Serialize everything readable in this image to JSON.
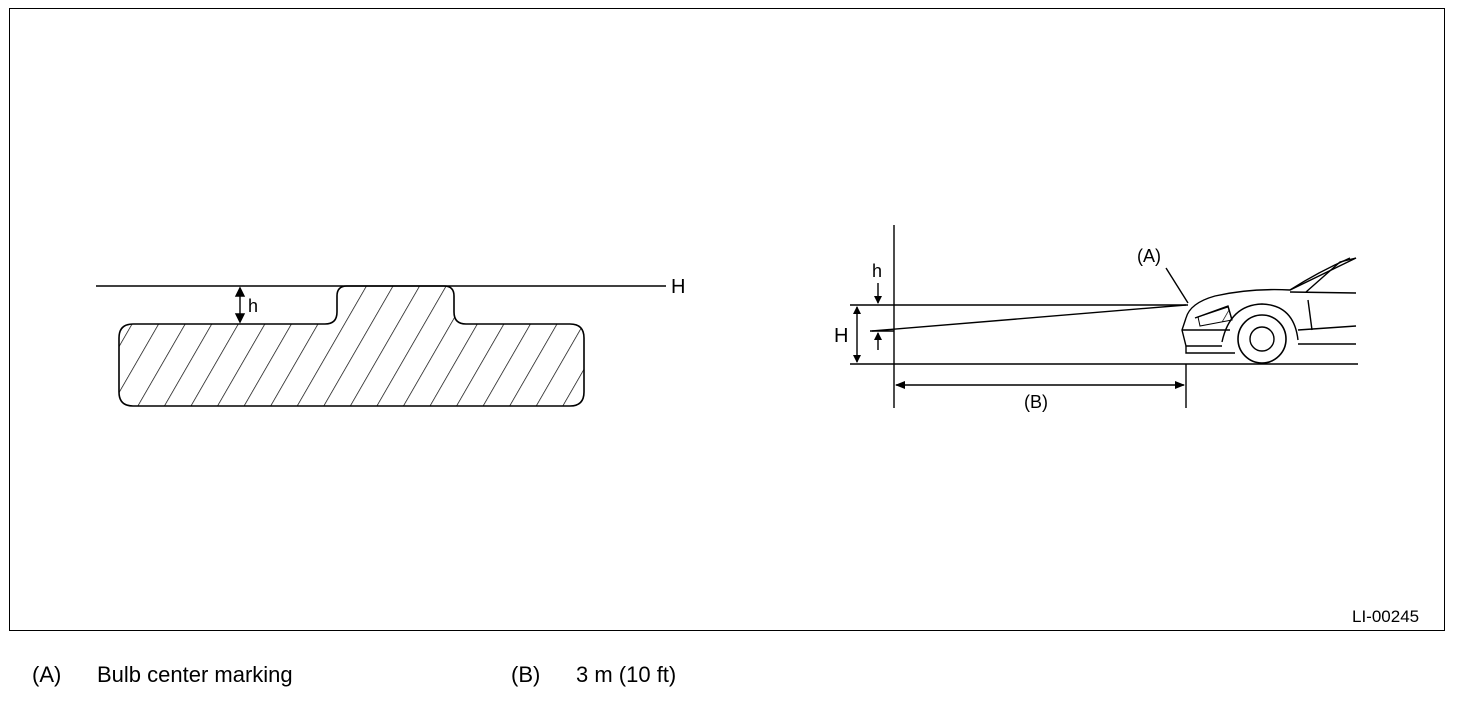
{
  "figure": {
    "id": "LI-00245",
    "screen": {
      "line_label": "H",
      "offset_label": "h"
    },
    "side": {
      "offset_label": "h",
      "height_label": "H",
      "marker_label": "(A)",
      "distance_label": "(B)"
    }
  },
  "legend": {
    "a_key": "(A)",
    "a_text": "Bulb center marking",
    "b_key": "(B)",
    "b_text": "3 m (10 ft)"
  },
  "colors": {
    "ink": "#000000",
    "background": "#ffffff"
  }
}
